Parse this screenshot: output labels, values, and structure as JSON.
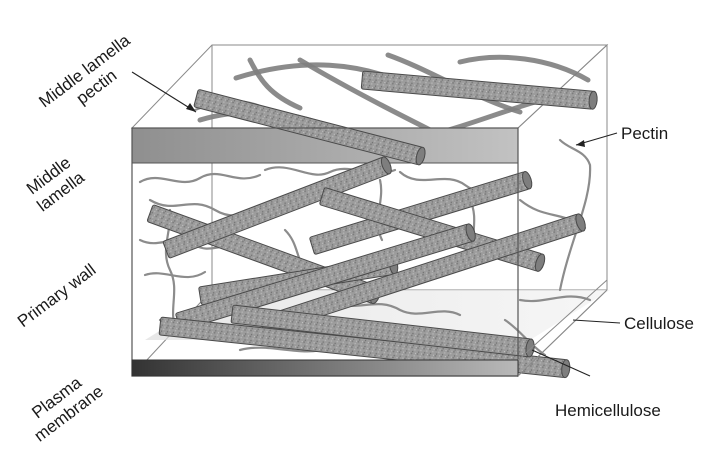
{
  "diagram": {
    "labels": {
      "middle_lamella_pectin": [
        "Middle lamella",
        "pectin"
      ],
      "middle_lamella": [
        "Middle",
        "lamella"
      ],
      "primary_wall": "Primary wall",
      "plasma_membrane": [
        "Plasma",
        "membrane"
      ],
      "pectin": "Pectin",
      "cellulose": "Cellulose",
      "hemicellulose": "Hemicellulose"
    },
    "colors": {
      "microfibril": "#9a9a9a",
      "lamella_band": "#a8a8a8",
      "membrane_dark": "#3c3c3c",
      "membrane_light": "#b4b4b4",
      "fiber": "#8c8c8c"
    }
  }
}
